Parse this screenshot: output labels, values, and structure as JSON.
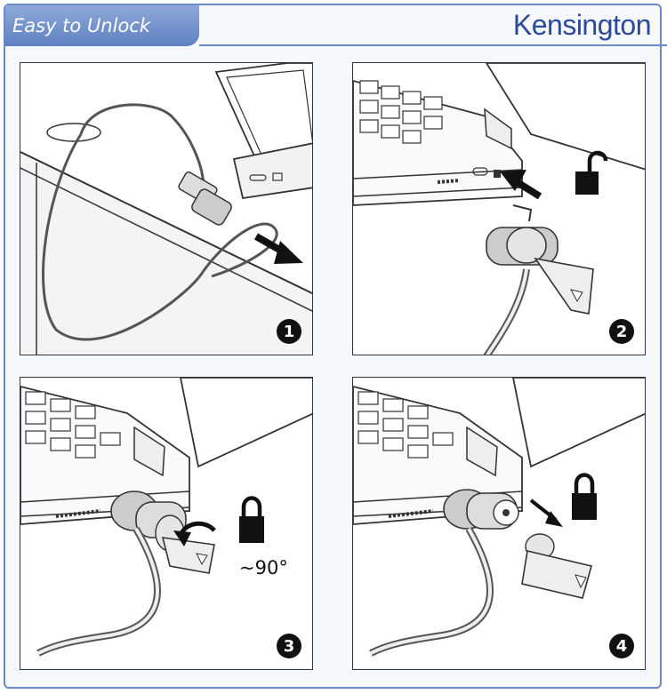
{
  "header": {
    "title": "Easy to Unlock",
    "brand": "Kensington"
  },
  "steps": [
    {
      "number": "1",
      "icon": "cable-loop-arrow-icon"
    },
    {
      "number": "2",
      "icon": "padlock-open-icon"
    },
    {
      "number": "3",
      "icon": "padlock-closed-icon",
      "rotation_label": "~90°"
    },
    {
      "number": "4",
      "icon": "padlock-closed-icon"
    }
  ],
  "colors": {
    "accent": "#5f80c2",
    "brand": "#2b4a9a",
    "ink": "#111111"
  }
}
